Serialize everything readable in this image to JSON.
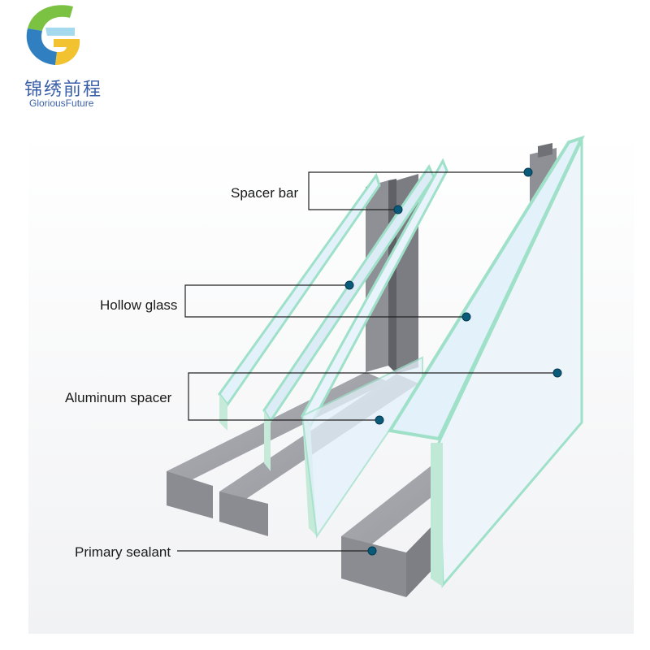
{
  "brand": {
    "name_cn": "锦绣前程",
    "name_en": "GloriousFuture",
    "logo_icon": "g-swirl-logo-icon",
    "colors": {
      "green": "#7cc242",
      "blue": "#2f7fc1",
      "yellow": "#f2c230"
    }
  },
  "labels": {
    "spacer_bar": "Spacer bar",
    "hollow_glass": "Hollow glass",
    "aluminum_spacer": "Aluminum spacer",
    "primary_sealant": "Primary sealant"
  },
  "colors": {
    "glass_edge": "#9fe0c8",
    "glass_face": "#e3f1fb",
    "spacer_grey": "#8e9096",
    "spacer_dark": "#6f7177",
    "marker": "#0a5a7a",
    "leader_line": "#222222"
  }
}
